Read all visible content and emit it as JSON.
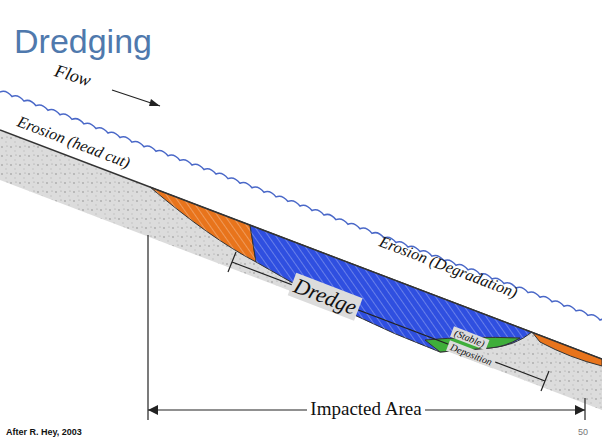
{
  "diagram": {
    "title": "Dredging",
    "labels": [
      "Flow",
      "Erosion (head cut)",
      "Erosion (Degradation)",
      "Dredge",
      "(Stable)",
      "Deposition",
      "Impacted Area",
      "After R. Hey, 2003",
      "50"
    ]
  }
}
